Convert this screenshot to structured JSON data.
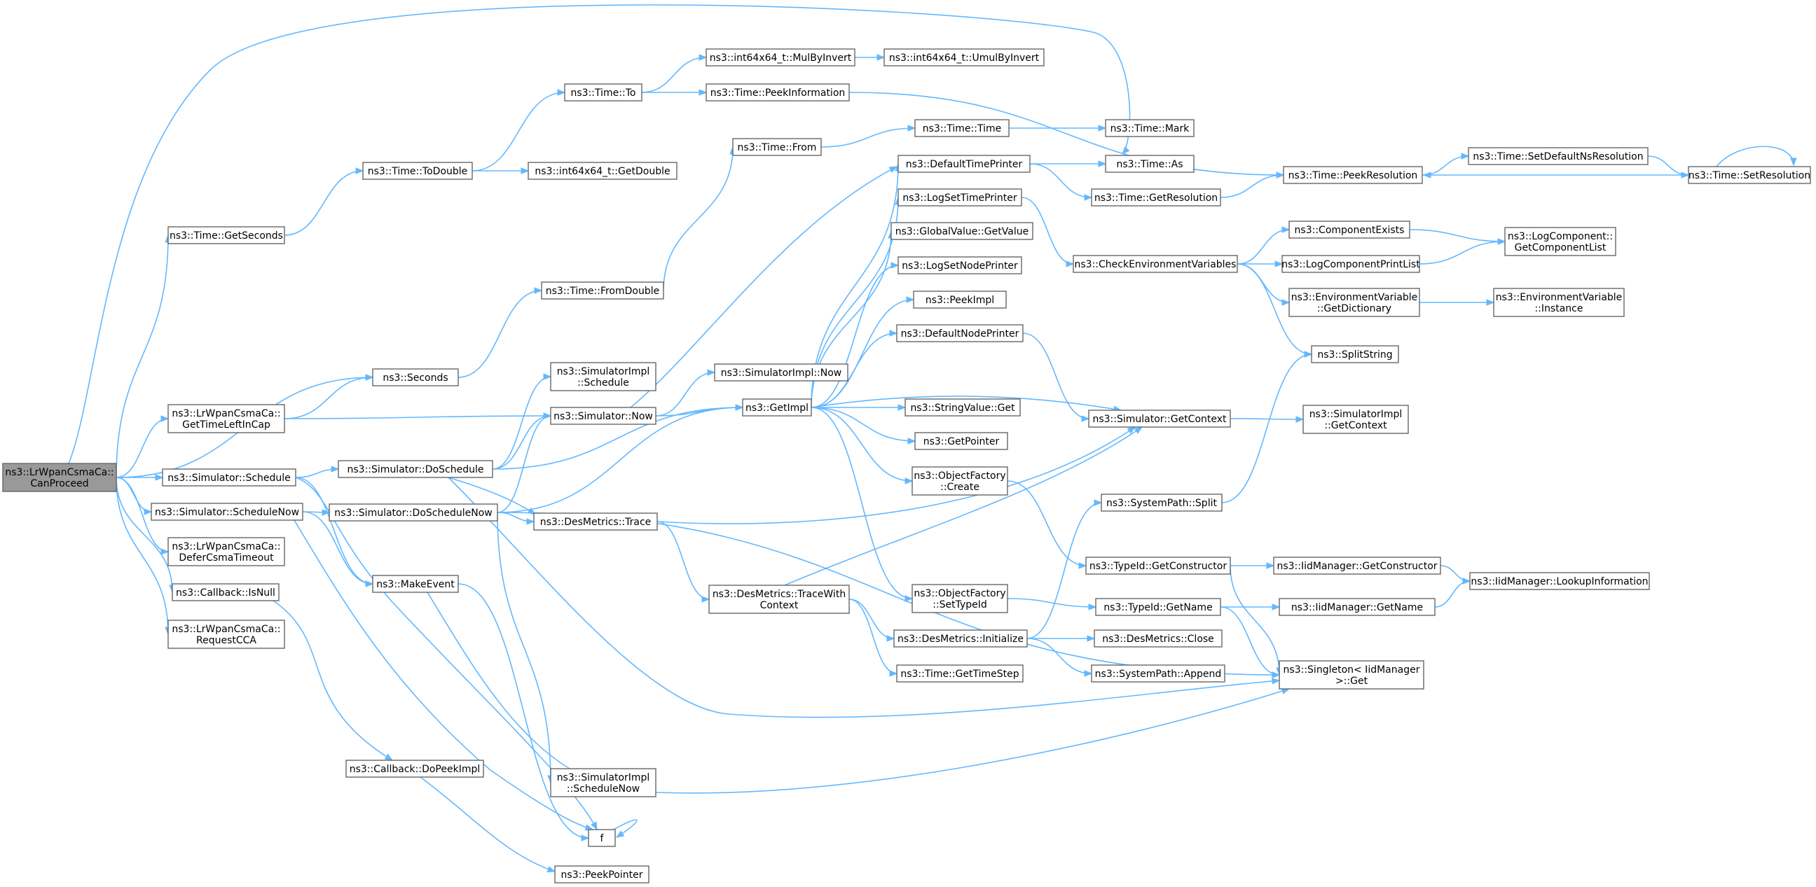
{
  "diagram": {
    "type": "call-graph",
    "colors": {
      "edge": "#63b8ff",
      "node_border": "#666666",
      "root_fill": "#999999",
      "node_fill": "#ffffff"
    },
    "root": "n_root",
    "nodes": [
      {
        "id": "n_root",
        "lines": [
          "ns3::LrWpanCsmaCa::",
          "CanProceed"
        ]
      },
      {
        "id": "n_getseconds",
        "lines": [
          "ns3::Time::GetSeconds"
        ]
      },
      {
        "id": "n_seconds",
        "lines": [
          "ns3::Seconds"
        ]
      },
      {
        "id": "n_gettimeleft",
        "lines": [
          "ns3::LrWpanCsmaCa::",
          "GetTimeLeftInCap"
        ]
      },
      {
        "id": "n_schedule",
        "lines": [
          "ns3::Simulator::Schedule"
        ]
      },
      {
        "id": "n_schedulenow",
        "lines": [
          "ns3::Simulator::ScheduleNow"
        ]
      },
      {
        "id": "n_defer",
        "lines": [
          "ns3::LrWpanCsmaCa::",
          "DeferCsmaTimeout"
        ]
      },
      {
        "id": "n_isnull",
        "lines": [
          "ns3::Callback::IsNull"
        ]
      },
      {
        "id": "n_requestcca",
        "lines": [
          "ns3::LrWpanCsmaCa::",
          "RequestCCA"
        ]
      },
      {
        "id": "n_todouble",
        "lines": [
          "ns3::Time::ToDouble"
        ]
      },
      {
        "id": "n_to",
        "lines": [
          "ns3::Time::To"
        ]
      },
      {
        "id": "n_int64getdouble",
        "lines": [
          "ns3::int64x64_t::GetDouble"
        ]
      },
      {
        "id": "n_mulbyinvert",
        "lines": [
          "ns3::int64x64_t::MulByInvert"
        ]
      },
      {
        "id": "n_umulbyinvert",
        "lines": [
          "ns3::int64x64_t::UmulByInvert"
        ]
      },
      {
        "id": "n_peekinformation",
        "lines": [
          "ns3::Time::PeekInformation"
        ]
      },
      {
        "id": "n_from",
        "lines": [
          "ns3::Time::From"
        ]
      },
      {
        "id": "n_timetime",
        "lines": [
          "ns3::Time::Time"
        ]
      },
      {
        "id": "n_mark",
        "lines": [
          "ns3::Time::Mark"
        ]
      },
      {
        "id": "n_fromdouble",
        "lines": [
          "ns3::Time::FromDouble"
        ]
      },
      {
        "id": "n_simimplschedule",
        "lines": [
          "ns3::SimulatorImpl",
          "::Schedule"
        ]
      },
      {
        "id": "n_simimplnow",
        "lines": [
          "ns3::SimulatorImpl::Now"
        ]
      },
      {
        "id": "n_simnow",
        "lines": [
          "ns3::Simulator::Now"
        ]
      },
      {
        "id": "n_doschedule",
        "lines": [
          "ns3::Simulator::DoSchedule"
        ]
      },
      {
        "id": "n_doschedulenow",
        "lines": [
          "ns3::Simulator::DoScheduleNow"
        ]
      },
      {
        "id": "n_makeevent",
        "lines": [
          "ns3::MakeEvent"
        ]
      },
      {
        "id": "n_dopeekimpl",
        "lines": [
          "ns3::Callback::DoPeekImpl"
        ]
      },
      {
        "id": "n_f",
        "lines": [
          "f"
        ]
      },
      {
        "id": "n_peekpointer",
        "lines": [
          "ns3::PeekPointer"
        ]
      },
      {
        "id": "n_simimplschedulenow",
        "lines": [
          "ns3::SimulatorImpl",
          "::ScheduleNow"
        ]
      },
      {
        "id": "n_getimpl",
        "lines": [
          "ns3::GetImpl"
        ]
      },
      {
        "id": "n_destrace",
        "lines": [
          "ns3::DesMetrics::Trace"
        ]
      },
      {
        "id": "n_tracewithcontext",
        "lines": [
          "ns3::DesMetrics::TraceWith",
          "Context"
        ]
      },
      {
        "id": "n_defaulttimeprinter",
        "lines": [
          "ns3::DefaultTimePrinter"
        ]
      },
      {
        "id": "n_logsettimeprinter",
        "lines": [
          "ns3::LogSetTimePrinter"
        ]
      },
      {
        "id": "n_gvgetvalue",
        "lines": [
          "ns3::GlobalValue::GetValue"
        ]
      },
      {
        "id": "n_logsetnodeprinter",
        "lines": [
          "ns3::LogSetNodePrinter"
        ]
      },
      {
        "id": "n_peekimpl",
        "lines": [
          "ns3::PeekImpl"
        ]
      },
      {
        "id": "n_defaultnodeprinter",
        "lines": [
          "ns3::DefaultNodePrinter"
        ]
      },
      {
        "id": "n_stringvalueget",
        "lines": [
          "ns3::StringValue::Get"
        ]
      },
      {
        "id": "n_getpointer",
        "lines": [
          "ns3::GetPointer"
        ]
      },
      {
        "id": "n_ofcreate",
        "lines": [
          "ns3::ObjectFactory",
          "::Create"
        ]
      },
      {
        "id": "n_ofsettypeid",
        "lines": [
          "ns3::ObjectFactory",
          "::SetTypeId"
        ]
      },
      {
        "id": "n_desinitialize",
        "lines": [
          "ns3::DesMetrics::Initialize"
        ]
      },
      {
        "id": "n_gettimestep",
        "lines": [
          "ns3::Time::GetTimeStep"
        ]
      },
      {
        "id": "n_timeas",
        "lines": [
          "ns3::Time::As"
        ]
      },
      {
        "id": "n_getresolution",
        "lines": [
          "ns3::Time::GetResolution"
        ]
      },
      {
        "id": "n_peekresolution",
        "lines": [
          "ns3::Time::PeekResolution"
        ]
      },
      {
        "id": "n_setdefaultns",
        "lines": [
          "ns3::Time::SetDefaultNsResolution"
        ]
      },
      {
        "id": "n_setresolution",
        "lines": [
          "ns3::Time::SetResolution"
        ]
      },
      {
        "id": "n_checkenv",
        "lines": [
          "ns3::CheckEnvironmentVariables"
        ]
      },
      {
        "id": "n_componentexists",
        "lines": [
          "ns3::ComponentExists"
        ]
      },
      {
        "id": "n_logcompprintlist",
        "lines": [
          "ns3::LogComponentPrintList"
        ]
      },
      {
        "id": "n_envgetdict",
        "lines": [
          "ns3::EnvironmentVariable",
          "::GetDictionary"
        ]
      },
      {
        "id": "n_envinstance",
        "lines": [
          "ns3::EnvironmentVariable",
          "::Instance"
        ]
      },
      {
        "id": "n_logcompgetlist",
        "lines": [
          "ns3::LogComponent::",
          "GetComponentList"
        ]
      },
      {
        "id": "n_splitstring",
        "lines": [
          "ns3::SplitString"
        ]
      },
      {
        "id": "n_simgetcontext",
        "lines": [
          "ns3::Simulator::GetContext"
        ]
      },
      {
        "id": "n_simimplgetcontext",
        "lines": [
          "ns3::SimulatorImpl",
          "::GetContext"
        ]
      },
      {
        "id": "n_systempathsplit",
        "lines": [
          "ns3::SystemPath::Split"
        ]
      },
      {
        "id": "n_typeidgetconstructor",
        "lines": [
          "ns3::TypeId::GetConstructor"
        ]
      },
      {
        "id": "n_iidgetconstructor",
        "lines": [
          "ns3::IidManager::GetConstructor"
        ]
      },
      {
        "id": "n_iidlookup",
        "lines": [
          "ns3::IidManager::LookupInformation"
        ]
      },
      {
        "id": "n_typeidgetname",
        "lines": [
          "ns3::TypeId::GetName"
        ]
      },
      {
        "id": "n_iidgetname",
        "lines": [
          "ns3::IidManager::GetName"
        ]
      },
      {
        "id": "n_desclose",
        "lines": [
          "ns3::DesMetrics::Close"
        ]
      },
      {
        "id": "n_systempathappend",
        "lines": [
          "ns3::SystemPath::Append"
        ]
      },
      {
        "id": "n_singletonget",
        "lines": [
          "ns3::Singleton< IidManager",
          ">::Get"
        ]
      }
    ],
    "edges": [
      [
        "n_root",
        "n_getseconds"
      ],
      [
        "n_root",
        "n_seconds"
      ],
      [
        "n_root",
        "n_gettimeleft"
      ],
      [
        "n_root",
        "n_schedule"
      ],
      [
        "n_root",
        "n_schedulenow"
      ],
      [
        "n_root",
        "n_defer"
      ],
      [
        "n_root",
        "n_isnull"
      ],
      [
        "n_root",
        "n_requestcca"
      ],
      [
        "n_root",
        "n_timeas"
      ],
      [
        "n_getseconds",
        "n_todouble"
      ],
      [
        "n_todouble",
        "n_to"
      ],
      [
        "n_todouble",
        "n_int64getdouble"
      ],
      [
        "n_to",
        "n_mulbyinvert"
      ],
      [
        "n_to",
        "n_peekinformation"
      ],
      [
        "n_mulbyinvert",
        "n_umulbyinvert"
      ],
      [
        "n_peekinformation",
        "n_peekresolution"
      ],
      [
        "n_seconds",
        "n_fromdouble"
      ],
      [
        "n_fromdouble",
        "n_from"
      ],
      [
        "n_from",
        "n_timetime"
      ],
      [
        "n_timetime",
        "n_mark"
      ],
      [
        "n_gettimeleft",
        "n_seconds"
      ],
      [
        "n_gettimeleft",
        "n_simnow"
      ],
      [
        "n_schedule",
        "n_doschedule"
      ],
      [
        "n_schedule",
        "n_makeevent"
      ],
      [
        "n_schedule",
        "n_f"
      ],
      [
        "n_schedulenow",
        "n_doschedulenow"
      ],
      [
        "n_schedulenow",
        "n_makeevent"
      ],
      [
        "n_schedulenow",
        "n_f"
      ],
      [
        "n_isnull",
        "n_dopeekimpl"
      ],
      [
        "n_dopeekimpl",
        "n_peekpointer"
      ],
      [
        "n_makeevent",
        "n_f"
      ],
      [
        "n_f",
        "n_f"
      ],
      [
        "n_doschedule",
        "n_simimplschedule"
      ],
      [
        "n_doschedule",
        "n_simnow"
      ],
      [
        "n_doschedule",
        "n_getimpl"
      ],
      [
        "n_doschedule",
        "n_destrace"
      ],
      [
        "n_doschedule",
        "n_singletonget"
      ],
      [
        "n_doschedulenow",
        "n_simnow"
      ],
      [
        "n_doschedulenow",
        "n_getimpl"
      ],
      [
        "n_doschedulenow",
        "n_destrace"
      ],
      [
        "n_doschedulenow",
        "n_simimplschedulenow"
      ],
      [
        "n_doschedulenow",
        "n_singletonget"
      ],
      [
        "n_simnow",
        "n_simimplnow"
      ],
      [
        "n_simnow",
        "n_getimpl"
      ],
      [
        "n_simnow",
        "n_defaulttimeprinter"
      ],
      [
        "n_destrace",
        "n_simgetcontext"
      ],
      [
        "n_destrace",
        "n_tracewithcontext"
      ],
      [
        "n_tracewithcontext",
        "n_simgetcontext"
      ],
      [
        "n_tracewithcontext",
        "n_desinitialize"
      ],
      [
        "n_tracewithcontext",
        "n_gettimestep"
      ],
      [
        "n_getimpl",
        "n_defaulttimeprinter"
      ],
      [
        "n_getimpl",
        "n_logsettimeprinter"
      ],
      [
        "n_getimpl",
        "n_gvgetvalue"
      ],
      [
        "n_getimpl",
        "n_logsetnodeprinter"
      ],
      [
        "n_getimpl",
        "n_peekimpl"
      ],
      [
        "n_getimpl",
        "n_defaultnodeprinter"
      ],
      [
        "n_getimpl",
        "n_simgetcontext"
      ],
      [
        "n_getimpl",
        "n_stringvalueget"
      ],
      [
        "n_getimpl",
        "n_getpointer"
      ],
      [
        "n_getimpl",
        "n_ofcreate"
      ],
      [
        "n_getimpl",
        "n_ofsettypeid"
      ],
      [
        "n_defaulttimeprinter",
        "n_timeas"
      ],
      [
        "n_defaulttimeprinter",
        "n_getresolution"
      ],
      [
        "n_getresolution",
        "n_peekresolution"
      ],
      [
        "n_peekresolution",
        "n_setdefaultns"
      ],
      [
        "n_setdefaultns",
        "n_setresolution"
      ],
      [
        "n_setresolution",
        "n_peekresolution"
      ],
      [
        "n_setresolution",
        "n_setresolution"
      ],
      [
        "n_logsettimeprinter",
        "n_checkenv"
      ],
      [
        "n_checkenv",
        "n_componentexists"
      ],
      [
        "n_checkenv",
        "n_logcompprintlist"
      ],
      [
        "n_checkenv",
        "n_envgetdict"
      ],
      [
        "n_checkenv",
        "n_splitstring"
      ],
      [
        "n_componentexists",
        "n_logcompgetlist"
      ],
      [
        "n_logcompprintlist",
        "n_logcompgetlist"
      ],
      [
        "n_envgetdict",
        "n_envinstance"
      ],
      [
        "n_defaultnodeprinter",
        "n_simgetcontext"
      ],
      [
        "n_simgetcontext",
        "n_simimplgetcontext"
      ],
      [
        "n_ofcreate",
        "n_typeidgetconstructor"
      ],
      [
        "n_ofsettypeid",
        "n_typeidgetname"
      ],
      [
        "n_desinitialize",
        "n_systempathsplit"
      ],
      [
        "n_desinitialize",
        "n_desclose"
      ],
      [
        "n_desinitialize",
        "n_systempathappend"
      ],
      [
        "n_systempathsplit",
        "n_splitstring"
      ],
      [
        "n_typeidgetconstructor",
        "n_iidgetconstructor"
      ],
      [
        "n_typeidgetconstructor",
        "n_singletonget"
      ],
      [
        "n_iidgetconstructor",
        "n_iidlookup"
      ],
      [
        "n_typeidgetname",
        "n_iidgetname"
      ],
      [
        "n_typeidgetname",
        "n_singletonget"
      ],
      [
        "n_iidgetname",
        "n_iidlookup"
      ],
      [
        "n_makeevent",
        "n_singletonget"
      ]
    ]
  }
}
